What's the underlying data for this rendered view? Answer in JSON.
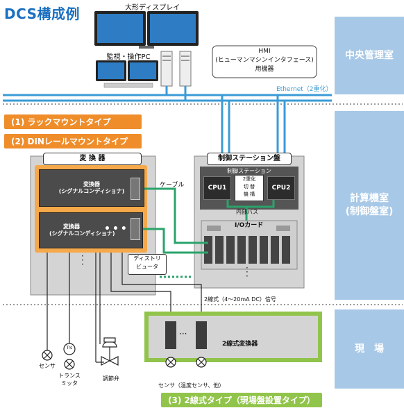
{
  "title": "DCS構成例",
  "zones": {
    "central": "中央管理室",
    "computer": "計算機室\n(制御盤室)",
    "field": "現　場"
  },
  "top": {
    "large_display": "大形ディスプレイ",
    "monitor_pc": "監視・操作PC",
    "hmi_line1": "HMI",
    "hmi_line2": "(ヒューマンマシンインタフェース)",
    "hmi_line3": "用機器",
    "ethernet": "Ethernet（2重化）"
  },
  "types": {
    "rack": "(1) ラックマウントタイプ",
    "din": "(2) DINレールマウントタイプ",
    "two_wire": "(3) 2線式タイプ（現場盤設置タイプ）"
  },
  "converter_panel": {
    "title": "変 換 器",
    "conv_label_1": "変換器",
    "conv_label_2": "(シグナルコンディショナ)",
    "distributor": "ディストリ\nビュータ",
    "cable": "ケーブル"
  },
  "station_panel": {
    "title": "制御ステーション盤",
    "station": "制御ステーション",
    "cpu1": "CPU1",
    "cpu2": "CPU2",
    "dual": "2重化\n切 替\n機 構",
    "bus": "内部バス",
    "io": "I/Oカード"
  },
  "field": {
    "signal": "2線式（4〜20mA DC）信号",
    "sensor": "センサ",
    "transmitter_badge": "Trs",
    "transmitter": "トランス\nミッタ",
    "valve": "調節弁",
    "two_wire_converter": "2線式変換器",
    "field_sensor": "センサ（温度センサ、他）"
  },
  "colors": {
    "sidebar": "#a7c8e6",
    "ethernet": "#3a9bd6",
    "orange": "#ef8d2a",
    "green_wire": "#2aa36b",
    "green_frame": "#91c44a"
  }
}
